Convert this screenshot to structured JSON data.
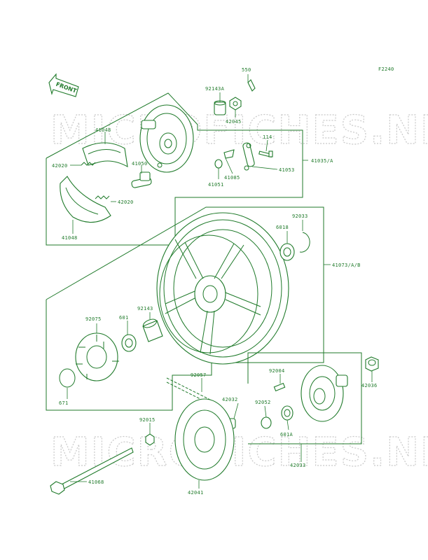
{
  "figure_code": "F2240",
  "front_label": "FRONT",
  "watermark": "MICROFICHES.NET",
  "colors": {
    "line": "#1f7a2a",
    "watermark": "#c9c9c9",
    "background": "#ffffff"
  },
  "parts": {
    "p550": "550",
    "p92143A": "92143A",
    "p42045": "42045",
    "p114": "114",
    "p41035A": "41035/A",
    "p41048_top": "41048",
    "p42020_a": "42020",
    "p41050": "41050",
    "p41085": "41085",
    "p41053": "41053",
    "p41051": "41051",
    "p42020_b": "42020",
    "p41048_bottom": "41048",
    "p92033": "92033",
    "p6018": "6018",
    "p41073AB": "41073/A/B",
    "p92075": "92075",
    "p601": "601",
    "p92143": "92143",
    "p671": "671",
    "p92057": "92057",
    "p92004": "92004",
    "p42036": "42036",
    "p42032": "42032",
    "p92052": "92052",
    "p601A": "601A",
    "p92015": "92015",
    "p42033": "42033",
    "p41068": "41068",
    "p42041": "42041"
  }
}
